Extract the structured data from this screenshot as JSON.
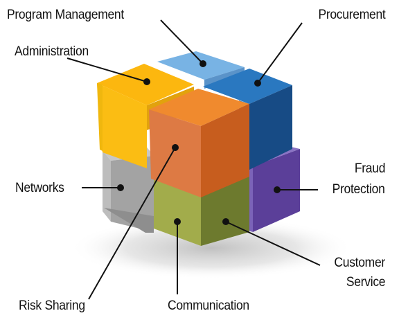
{
  "labels": {
    "program_management": "Program Management",
    "procurement": "Procurement",
    "administration": "Administration",
    "networks": "Networks",
    "fraud_line1": "Fraud",
    "fraud_line2": "Protection",
    "customer_line1": "Customer",
    "customer_line2": "Service",
    "risk_sharing": "Risk Sharing",
    "communication": "Communication"
  },
  "colors": {
    "program_management": "#6fa9dc",
    "procurement": "#1f5fa5",
    "administration": "#fbbd14",
    "networks": "#a8a8a8",
    "risk_sharing": "#e67324",
    "fraud_protection": "#6a4fa6",
    "customer_service": "#6f7a30",
    "communication": "#9aa444"
  }
}
